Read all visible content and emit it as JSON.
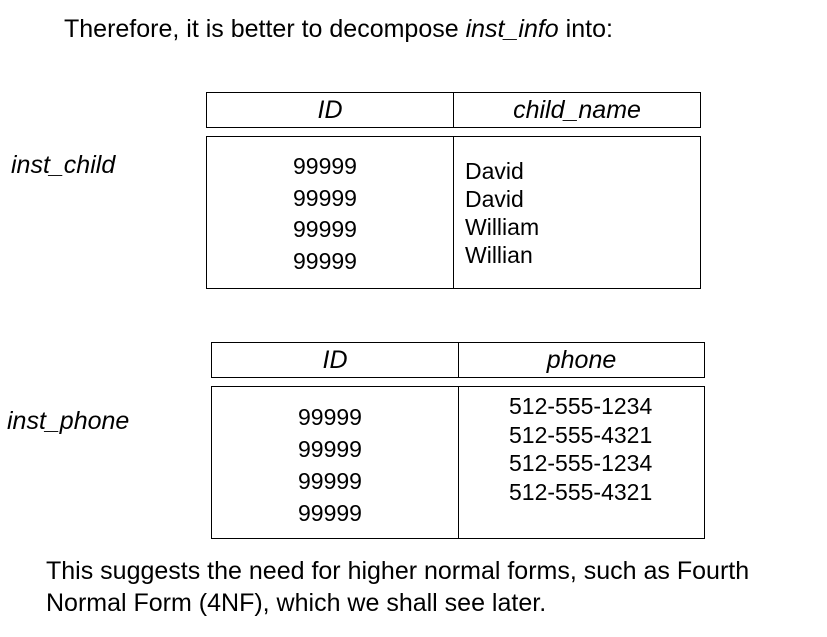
{
  "intro": {
    "prefix": "Therefore, it is better to decompose ",
    "relation": "inst_info",
    "suffix": " into:"
  },
  "tables": [
    {
      "name": "inst_child",
      "headers": [
        "ID",
        "child_name"
      ],
      "ids": [
        "99999",
        "99999",
        "99999",
        "99999"
      ],
      "values": [
        "David",
        "David",
        "William",
        "Willian"
      ]
    },
    {
      "name": "inst_phone",
      "headers": [
        "ID",
        "phone"
      ],
      "ids": [
        "99999",
        "99999",
        "99999",
        "99999"
      ],
      "values": [
        "512-555-1234",
        "512-555-4321",
        "512-555-1234",
        "512-555-4321"
      ]
    }
  ],
  "outro": "This suggests the need for higher normal forms, such as Fourth Normal Form (4NF), which we shall see later."
}
